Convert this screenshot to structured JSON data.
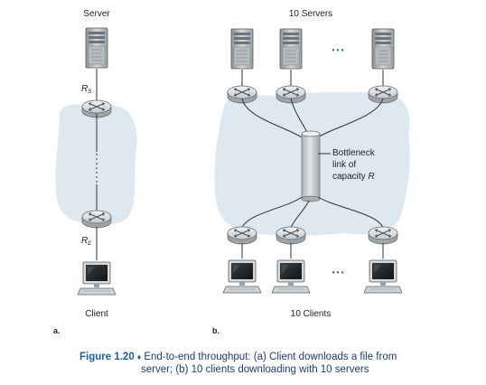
{
  "panel_a": {
    "server_label": "Server",
    "rs_label": {
      "main": "R",
      "sub": "s"
    },
    "rc_label": {
      "main": "R",
      "sub": "c"
    },
    "client_label": "Client",
    "panel_letter": "a."
  },
  "panel_b": {
    "servers_label": "10 Servers",
    "clients_label": "10 Clients",
    "ellipsis": "• • •",
    "bottleneck_lines": [
      "Bottleneck",
      "link of",
      "capacity "
    ],
    "bottleneck_r": "R",
    "panel_letter": "b."
  },
  "caption": {
    "number": "Figure 1.20",
    "diamond": "♦",
    "line1": "End-to-end throughput: (a) Client downloads a file from",
    "line2": "server; (b) 10 clients downloading with 10 servers"
  },
  "colors": {
    "network_cloud": "#dde8f0",
    "bottleneck_pipe": "#c9cdd0",
    "caption_number": "#1f5fa8"
  }
}
